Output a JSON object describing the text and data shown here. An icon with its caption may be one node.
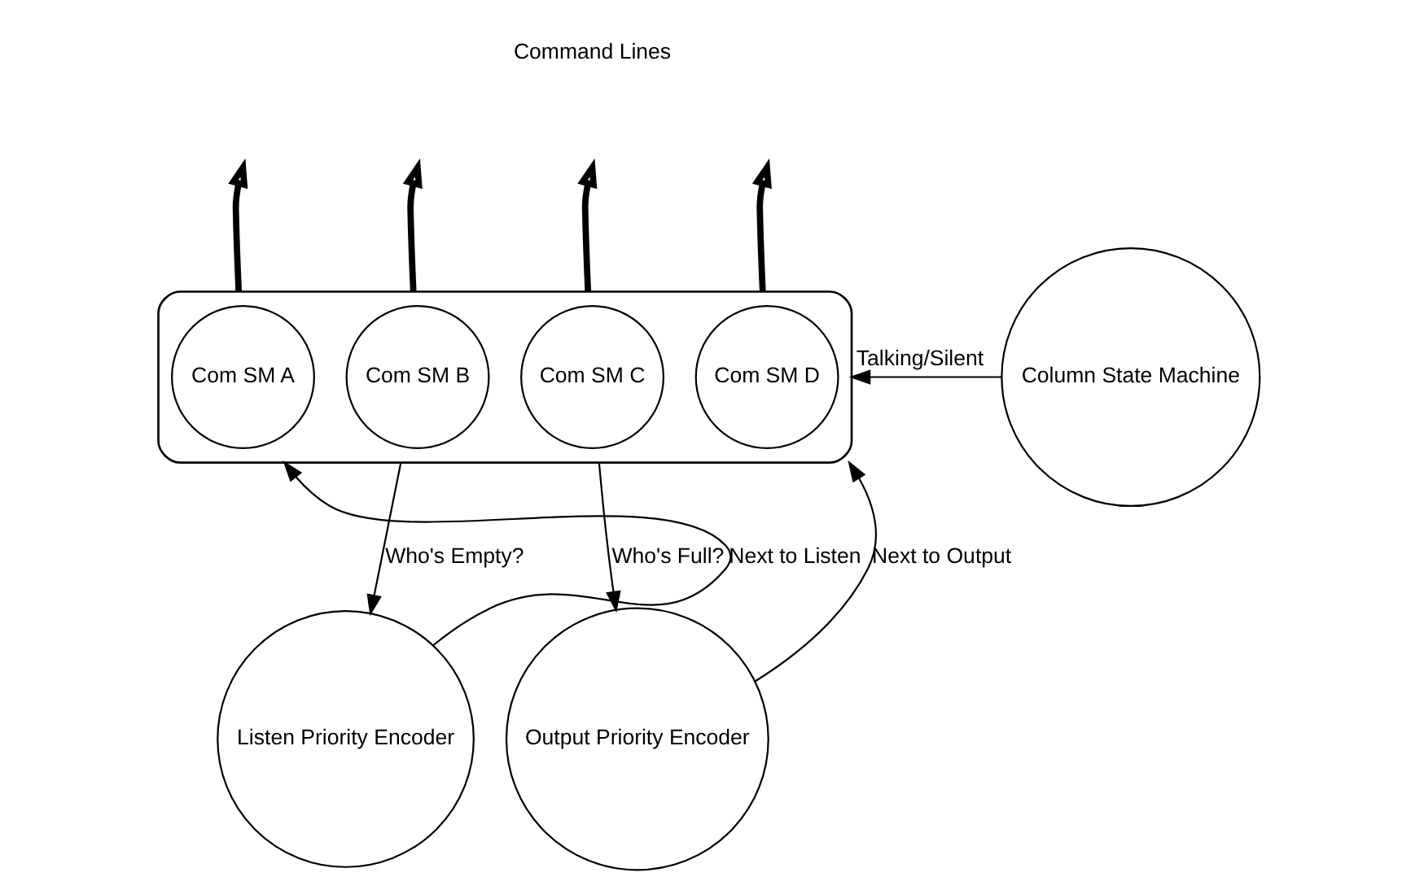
{
  "diagram": {
    "nodes": [
      {
        "text": [],
        "shape": "box"
      },
      {
        "text": [
          "Com SM A"
        ],
        "in": 0
      },
      {
        "text": [
          "Com SM B"
        ],
        "in": 0
      },
      {
        "text": [
          "Com SM C"
        ],
        "in": 0
      },
      {
        "text": [
          "Com SM D"
        ],
        "in": 0
      },
      {
        "text": [
          "Column State Machine"
        ]
      },
      {
        "text": [
          "Listen Priority Encoder"
        ]
      },
      {
        "text": [
          "Output Priority Encoder"
        ]
      }
    ],
    "edges": [
      {
        "from": 0,
        "to": null,
        "arrow": "to",
        "style": "thick"
      },
      {
        "from": 0,
        "to": null,
        "arrow": "to",
        "style": "thick"
      },
      {
        "from": 0,
        "to": null,
        "arrow": "to",
        "style": "thick"
      },
      {
        "from": 0,
        "to": null,
        "arrow": "to",
        "style": "thick"
      },
      {
        "from": 5,
        "to": 0,
        "arrow": "to",
        "label": "Talking/Silent"
      },
      {
        "from": 0,
        "to": 6,
        "arrow": "to",
        "label": "Who's Empty?"
      },
      {
        "from": 6,
        "to": 0,
        "arrow": "to",
        "label": "Next to Listen"
      },
      {
        "from": 0,
        "to": 7,
        "arrow": "to",
        "label": "Who's Full?"
      },
      {
        "from": 7,
        "to": 0,
        "arrow": "to",
        "label": "Next to Output"
      }
    ],
    "labels": [
      "Command Lines"
    ]
  }
}
